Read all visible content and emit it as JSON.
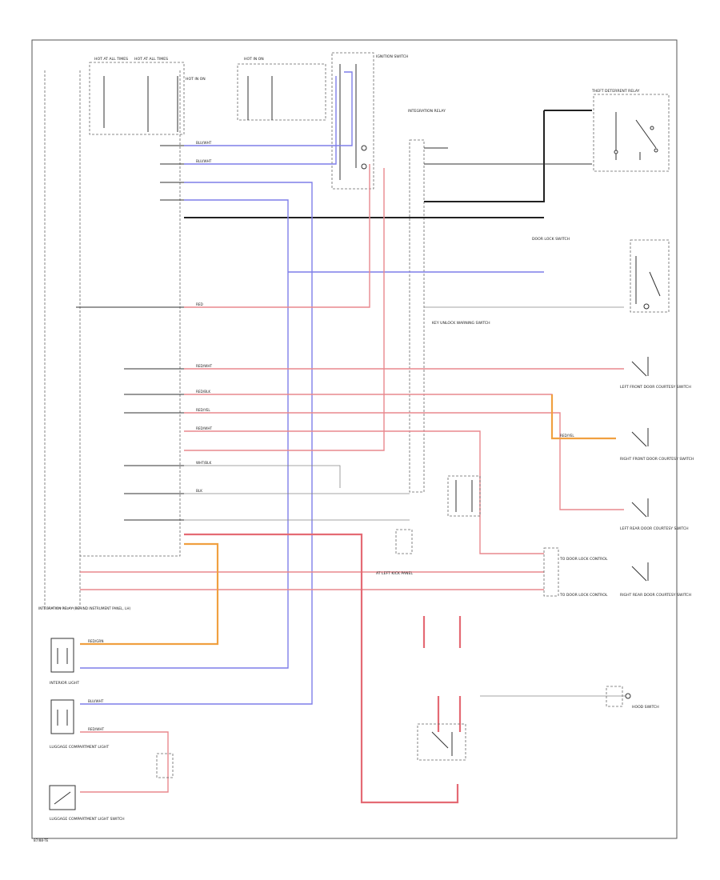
{
  "labels": {
    "hot_at_all_times_1": "HOT AT ALL TIMES",
    "hot_at_all_times_2": "HOT AT ALL TIMES",
    "hot_in_on_1": "HOT IN ON",
    "hot_in_on_2": "HOT IN ON",
    "ignition_switch": "IGNITION SWITCH",
    "theft_deterrent_relay": "THEFT DETERRENT RELAY",
    "integration_relay": "INTEGRATION RELAY",
    "door_lock_switch": "DOOR LOCK SWITCH",
    "integration_module": "INTEGRATION RELAY (BEHIND INSTRUMENT PANEL, LH)",
    "left_front_door_switch": "LEFT FRONT DOOR COURTESY SWITCH",
    "right_front_door_switch": "RIGHT FRONT DOOR COURTESY SWITCH",
    "left_rear_door_switch": "LEFT REAR DOOR COURTESY SWITCH",
    "right_rear_door_switch": "RIGHT REAR DOOR COURTESY SWITCH",
    "key_unlock_warning": "KEY UNLOCK WARNING SWITCH",
    "interior_light": "INTERIOR LIGHT",
    "luggage_light": "LUGGAGE COMPARTMENT LIGHT",
    "luggage_switch": "LUGGAGE COMPARTMENT LIGHT SWITCH",
    "door_lock_control_1": "TO DOOR LOCK CONTROL",
    "door_lock_control_2": "TO DOOR LOCK CONTROL",
    "left_kick_panel": "AT LEFT KICK PANEL",
    "hood_switch": "HOOD SWITCH",
    "footer_code": "87/88-TE"
  },
  "wires": {
    "w1": "BLU/WHT",
    "w2": "BLU/WHT",
    "w3": "RED/WHT",
    "w4": "RED/BLK",
    "w5": "RED/YEL",
    "w6": "RED/WHT",
    "w7": "RED",
    "w8": "WHT/BLK",
    "w9": "BLK",
    "w10": "RED/GRN",
    "w11": "RED/YEL",
    "w12": "BLU/WHT",
    "w13": "RED/WHT"
  },
  "colors": {
    "wire_red": "#e8888e",
    "wire_blue": "#7f7fe8",
    "wire_orange": "#f0a040",
    "wire_black": "#222222"
  }
}
